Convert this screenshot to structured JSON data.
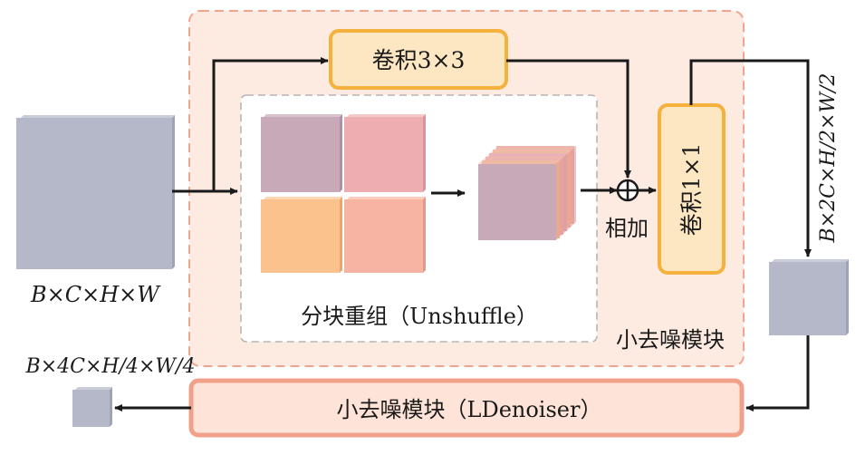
{
  "colors": {
    "outer_box_fill": "#fdebe2",
    "outer_box_dash": "#f0a68e",
    "conv_fill": "#fde7c3",
    "conv_border": "#f4b13b",
    "inner_box_border": "#b5b5b5",
    "feature_gray": "#b4b8c9",
    "tile_mauve": "#c7a9b8",
    "tile_pink": "#eeadb1",
    "tile_orange": "#fbc28e",
    "tile_salmon": "#f7b4a2",
    "ld_fill": "#fde3d8",
    "ld_border": "#f1a18a",
    "arrow": "#1a1a1a"
  },
  "labels": {
    "input_dims": "B×C×H×W",
    "conv3": "卷积3×3",
    "add": "相加",
    "conv1": "卷积1×1",
    "right_dims": "B×2C×H/2×W/2",
    "unshuffle": "分块重组（Unshuffle）",
    "small_denoiser": "小去噪模块",
    "ldenoiser": "小去噪模块（LDenoiser）",
    "output_dims": "B×4C×H/4×W/4"
  }
}
